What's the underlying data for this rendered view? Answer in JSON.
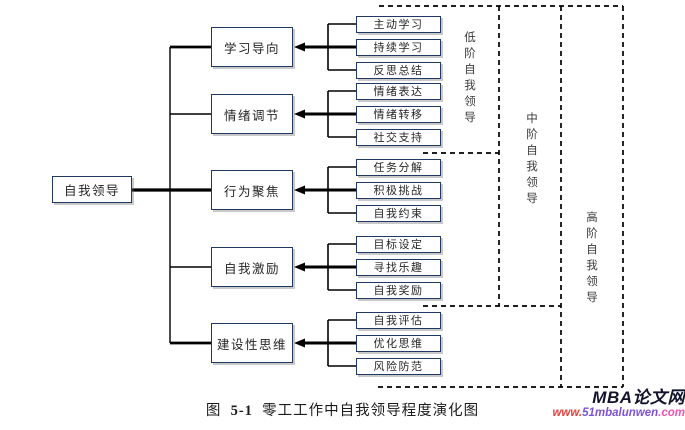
{
  "root": {
    "label": "自我领导"
  },
  "categories": [
    {
      "label": "学习导向",
      "leaves": [
        "主动学习",
        "持续学习",
        "反思总结"
      ]
    },
    {
      "label": "情绪调节",
      "leaves": [
        "情绪表达",
        "情绪转移",
        "社交支持"
      ]
    },
    {
      "label": "行为聚焦",
      "leaves": [
        "任务分解",
        "积极挑战",
        "自我约束"
      ]
    },
    {
      "label": "自我激励",
      "leaves": [
        "目标设定",
        "寻找乐趣",
        "自我奖励"
      ]
    },
    {
      "label": "建设性思维",
      "leaves": [
        "自我评估",
        "优化思维",
        "风险防范"
      ]
    }
  ],
  "stages": [
    {
      "label": "低阶自我领导"
    },
    {
      "label": "中阶自我领导"
    },
    {
      "label": "高阶自我领导"
    }
  ],
  "caption": {
    "prefix": "图",
    "number": "5-1",
    "title": "零工工作中自我领导程度演化图"
  },
  "watermark": {
    "brand": "MBA论文网",
    "url_part1": "www.",
    "url_part2": "51mbalunwen",
    "url_part3": ".com"
  },
  "colors": {
    "box_border": "#1f3864",
    "line": "#000000",
    "stage_text": "#3a3a3a",
    "url_red": "#e0413f",
    "url_purple": "#7d52d6",
    "url_pink": "#ed53b4"
  }
}
